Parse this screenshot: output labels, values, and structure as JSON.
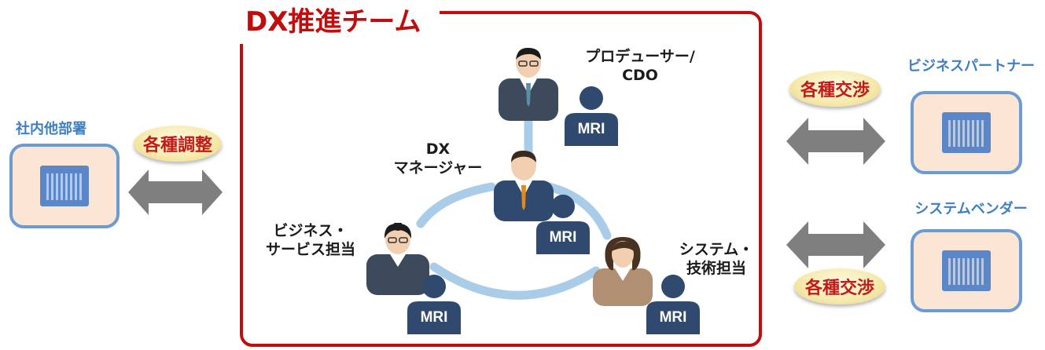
{
  "team": {
    "title": "DX推進チーム"
  },
  "left": {
    "title": "社内他部署",
    "badge": "各種調整"
  },
  "right": {
    "partner_title": "ビジネスパートナー",
    "vendor_title": "システムベンダー",
    "badge_top": "各種交渉",
    "badge_bottom": "各種交渉"
  },
  "roles": {
    "producer": {
      "line1": "プロデューサー/",
      "line2": "CDO"
    },
    "manager": {
      "line1": "DX",
      "line2": "マネージャー"
    },
    "business": {
      "line1": "ビジネス・",
      "line2": "サービス担当"
    },
    "system": {
      "line1": "システム・",
      "line2": "技術担当"
    }
  },
  "mri_label": "MRI",
  "colors": {
    "team_border": "#c10d0d",
    "org_box_fill": "#fbe6d6",
    "org_box_border": "#6b9bd0",
    "side_title": "#3d7fc0",
    "badge_text": "#c01a1a",
    "arrow": "#7f7f7f",
    "mri_figure": "#2f4a6e",
    "connector": "#a9cce8"
  },
  "icons": [
    "building-icon",
    "double-arrow-icon",
    "person-icon",
    "mri-consultant-icon"
  ]
}
